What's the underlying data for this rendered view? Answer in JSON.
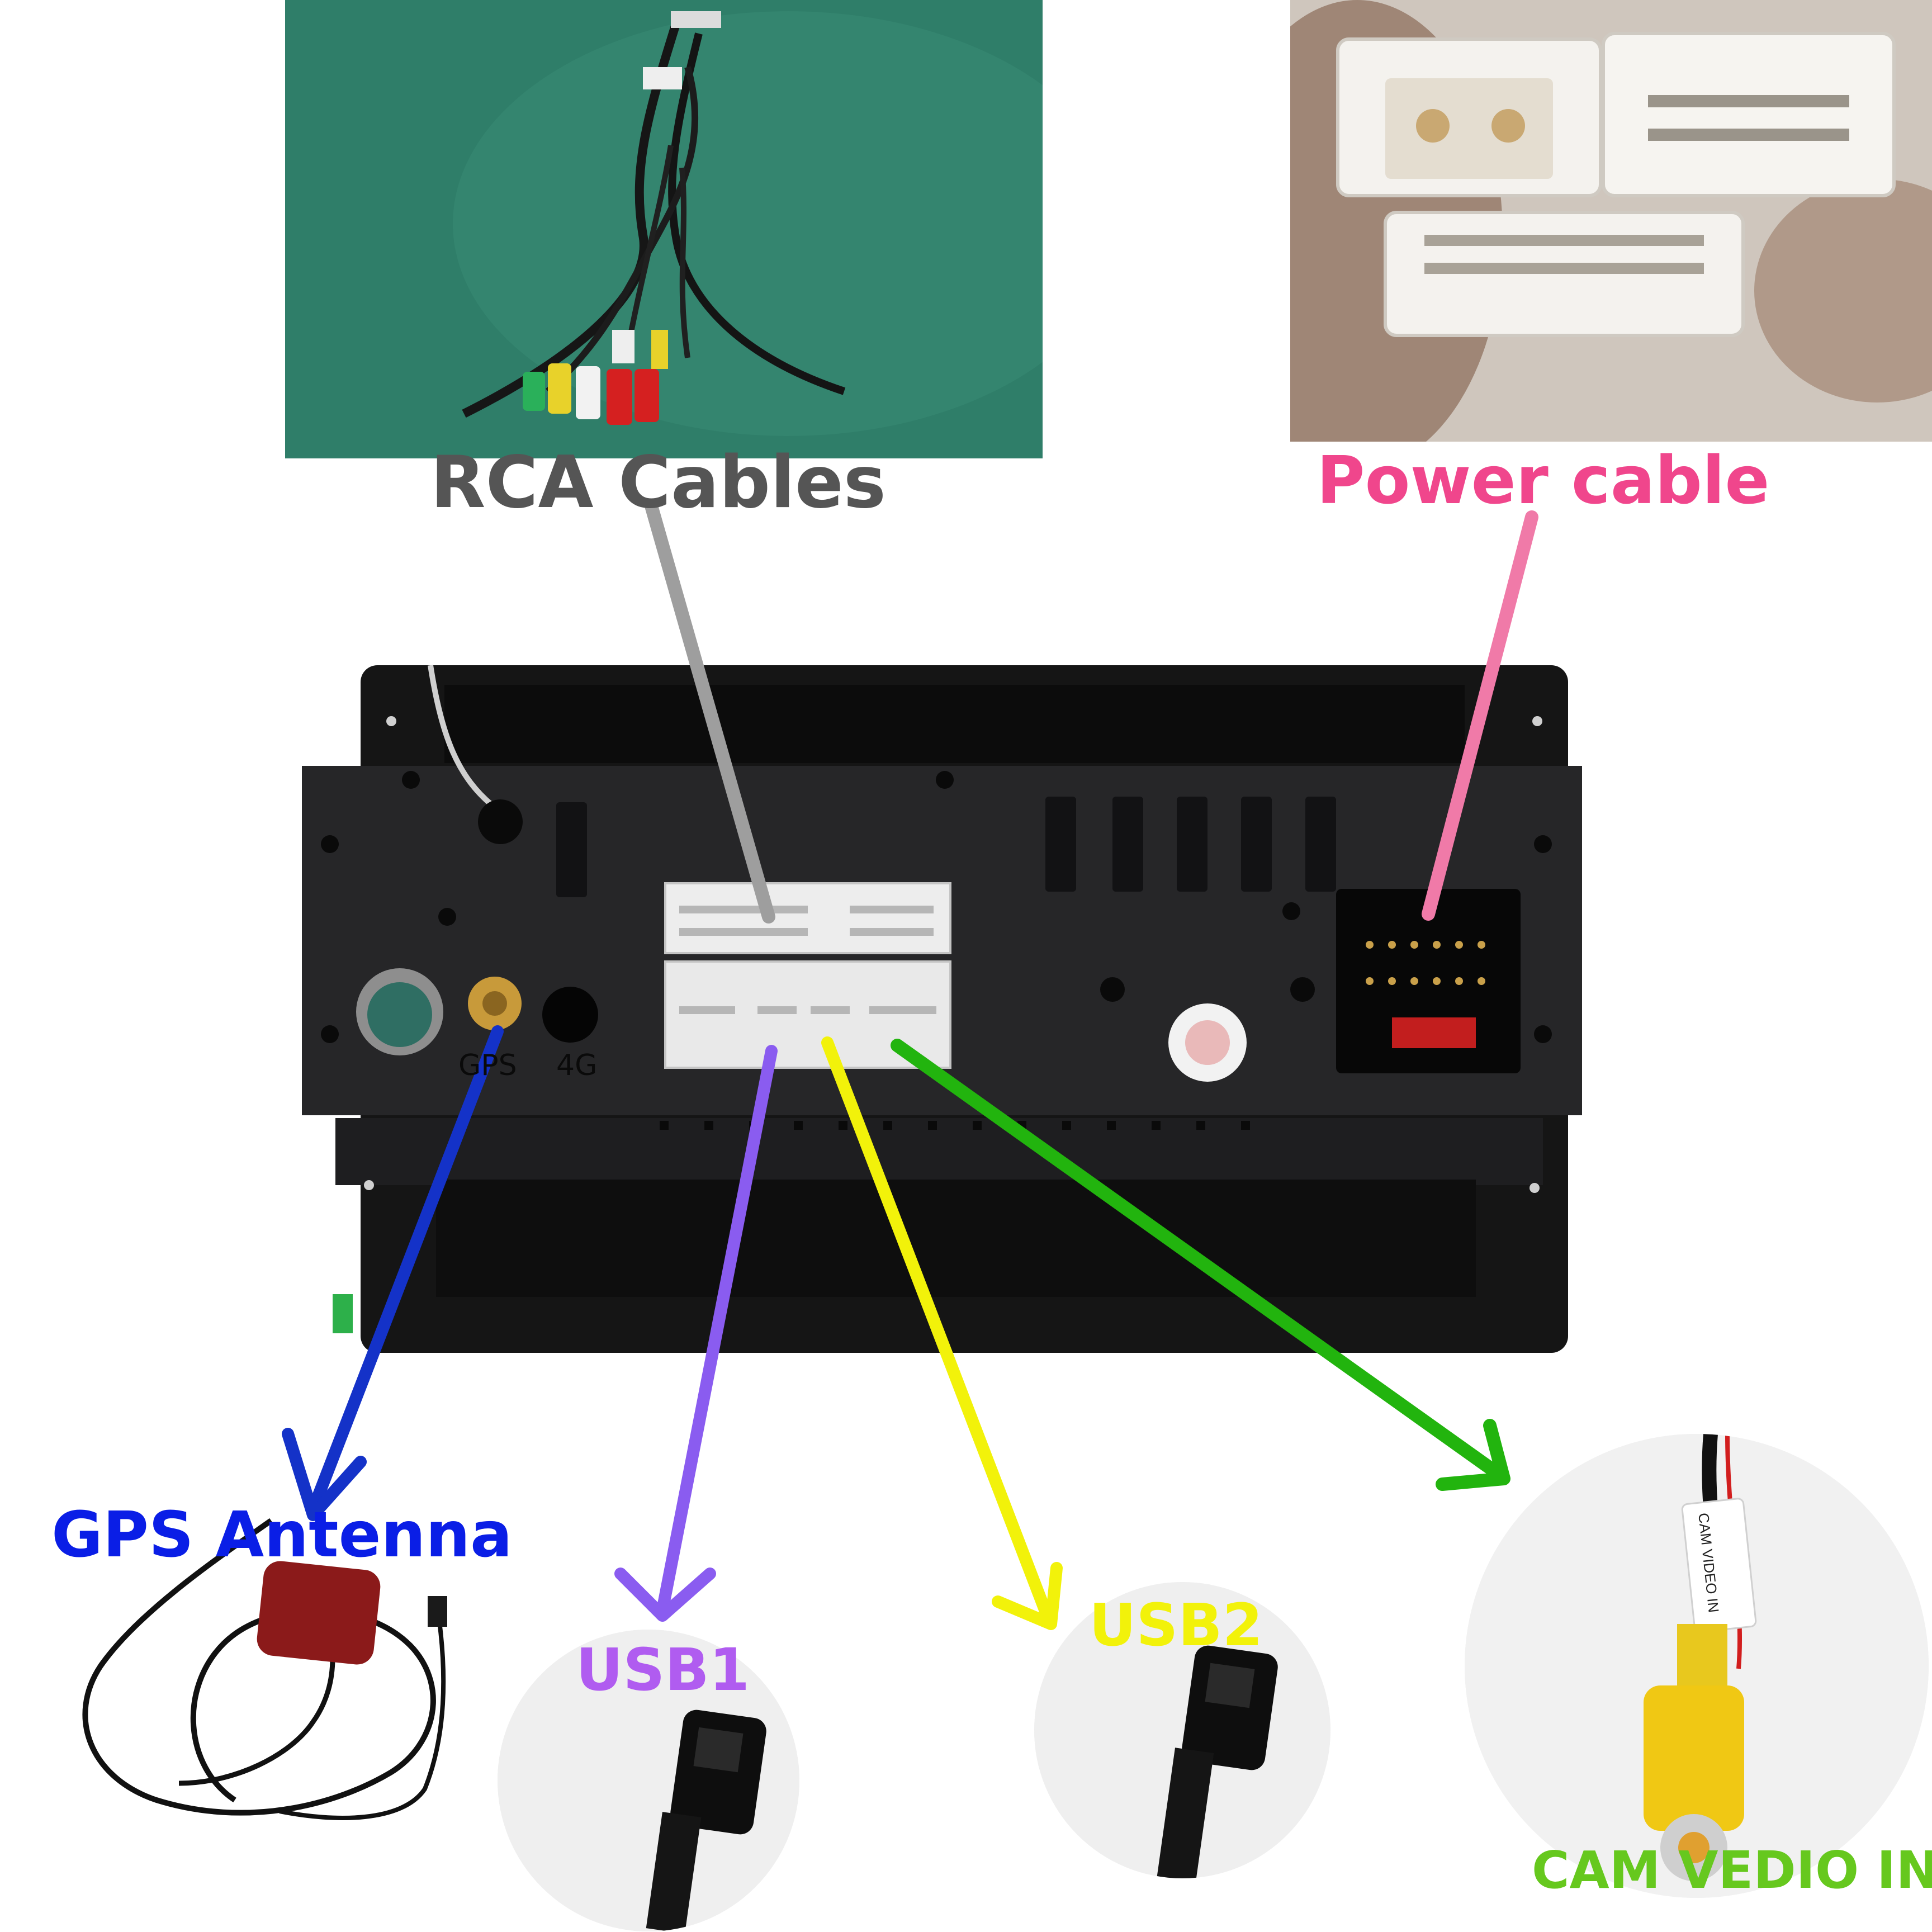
{
  "labels": {
    "rca": "RCA Cables",
    "power": "Power cable",
    "gps": "GPS Antenna",
    "usb1": "USB1",
    "usb2": "USB2",
    "cam": "CAM VEDIO IN"
  },
  "unit_markings": {
    "gps_port": "GPS",
    "fourg_port": "4G",
    "cam_tag": "CAM VIDEO IN"
  },
  "colors": {
    "rca": "#555555",
    "rca_line": "#9e9e9e",
    "power": "#f0468c",
    "power_line": "#f07aa8",
    "gps": "#0a1ee6",
    "gps_line": "#1432c8",
    "usb1": "#b05cf0",
    "usb1_line": "#8a5cf0",
    "usb2": "#f2f20a",
    "usb2_line": "#f2f20a",
    "cam": "#66c81e",
    "cam_line": "#22b40e"
  }
}
